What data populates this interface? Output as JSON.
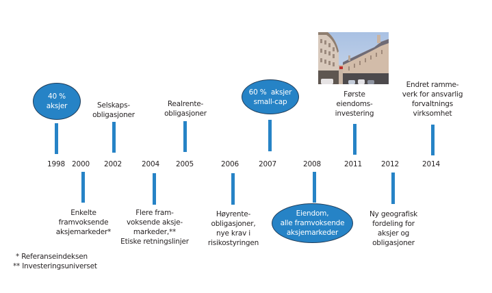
{
  "colors": {
    "accent": "#2683c6",
    "ellipse_border": "#1f3b57",
    "text": "#231f20",
    "ellipse_text": "#ffffff"
  },
  "years": [
    "1998",
    "2000",
    "2002",
    "2004",
    "2005",
    "2006",
    "2007",
    "2008",
    "2011",
    "2012",
    "2014"
  ],
  "events_above": [
    {
      "year": "1998",
      "style": "ellipse",
      "lines": [
        "40 %",
        "aksjer"
      ]
    },
    {
      "year": "2002",
      "style": "text",
      "lines": [
        "Selskaps-",
        "obligasjoner"
      ]
    },
    {
      "year": "2005",
      "style": "text",
      "lines": [
        "Realrente-",
        "obligasjoner"
      ]
    },
    {
      "year": "2007",
      "style": "ellipse",
      "lines": [
        "60 %  aksjer",
        "small-cap"
      ]
    },
    {
      "year": "2011",
      "style": "text",
      "lines": [
        "Første",
        "eiendoms-",
        "investering"
      ]
    },
    {
      "year": "2014",
      "style": "text",
      "lines": [
        "Endret ramme-",
        "verk for ansvarlig",
        "forvaltnings",
        "virksomhet"
      ]
    }
  ],
  "events_below": [
    {
      "year": "2000",
      "style": "text",
      "lines": [
        "Enkelte",
        "framvoksende",
        "aksjemarkeder*"
      ]
    },
    {
      "year": "2004",
      "style": "text",
      "lines": [
        "Flere fram-",
        "voksende aksje-",
        "markeder,**",
        "Etiske retningslinjer"
      ]
    },
    {
      "year": "2006",
      "style": "text",
      "lines": [
        "Høyrente-",
        "obligasjoner,",
        "nye krav i",
        "risikostyringen"
      ]
    },
    {
      "year": "2008",
      "style": "ellipse",
      "lines": [
        "Eiendom,",
        "alle framvoksende",
        "aksjemarkeder"
      ]
    },
    {
      "year": "2012",
      "style": "text",
      "lines": [
        "Ny geografisk",
        "fordeling for",
        "aksjer og",
        "obligasjoner"
      ]
    }
  ],
  "photo": {
    "description": "street-photo-curved-buildings"
  },
  "footnotes": [
    "* Referanseindeksen",
    "** Investeringsuniverset"
  ]
}
